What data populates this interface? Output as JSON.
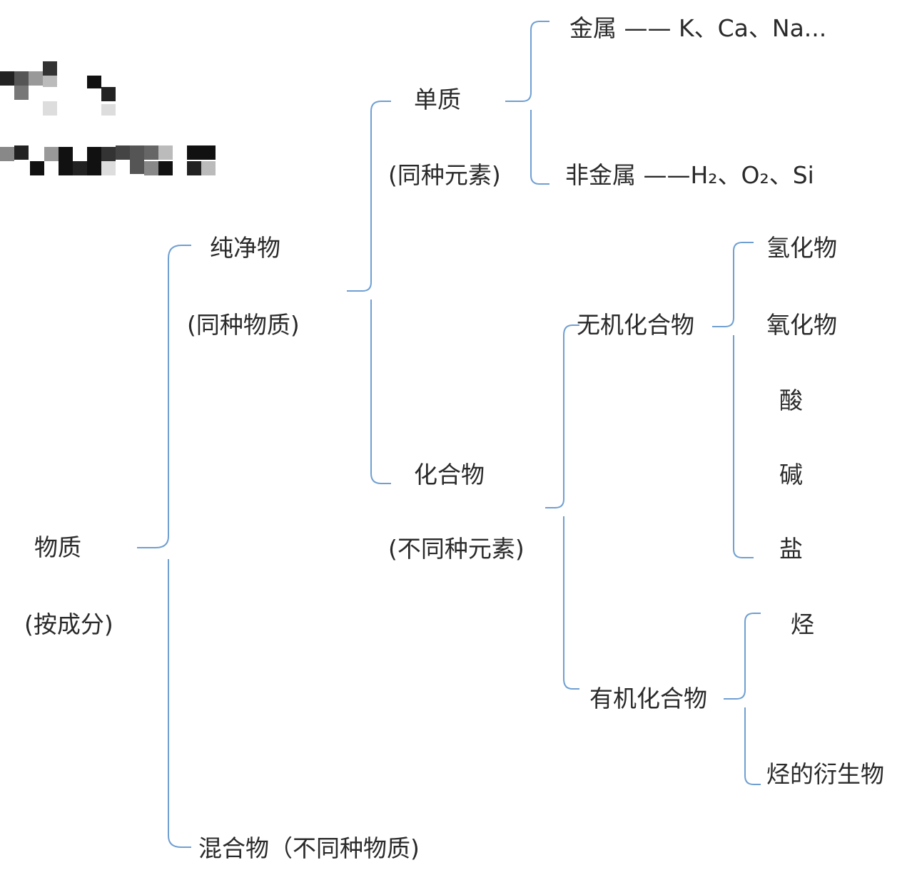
{
  "colors": {
    "bracket": "#6f9fd2",
    "text": "#2a2a2a"
  },
  "tree": {
    "root": {
      "label": "物质",
      "note": "(按成分)"
    },
    "pure": {
      "label": "纯净物",
      "note": "(同种物质)"
    },
    "mixture": {
      "label": "混合物（不同种物质)"
    },
    "element": {
      "label": "单质",
      "note": "(同种元素)"
    },
    "metal": {
      "label": "金属 —— K、Ca、Na..."
    },
    "nonmetal": {
      "label": "非金属 ——H₂、O₂、Si"
    },
    "compound": {
      "label": "化合物",
      "note": "(不同种元素)"
    },
    "inorganic": {
      "label": "无机化合物",
      "children": [
        "氢化物",
        "氧化物",
        "酸",
        "碱",
        "盐"
      ]
    },
    "organic": {
      "label": "有机化合物",
      "children": [
        "烃",
        "烃的衍生物"
      ]
    }
  }
}
